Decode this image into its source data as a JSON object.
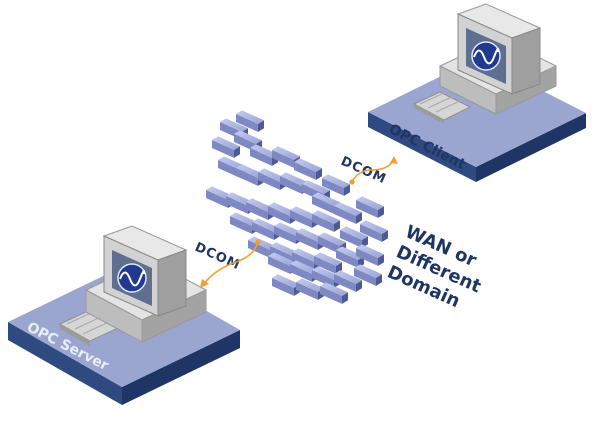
{
  "client": {
    "label": "OPC Client"
  },
  "server": {
    "label": "OPC Server"
  },
  "links": {
    "upper": "DCOM",
    "lower": "DCOM"
  },
  "network": {
    "line1": "WAN or",
    "line2": "Different",
    "line3": "Domain"
  },
  "colors": {
    "platform_top": "#9aa5d0",
    "platform_side": "#1f3566",
    "text_dark": "#1f3566",
    "arrow": "#f0a030",
    "monitor": "#d8d8d8",
    "logo_bg": "#1f3a8f"
  },
  "icons": [
    "monitor-icon",
    "sine-logo-icon",
    "keyboard-icon",
    "arrow-icon",
    "firewall-icon"
  ]
}
